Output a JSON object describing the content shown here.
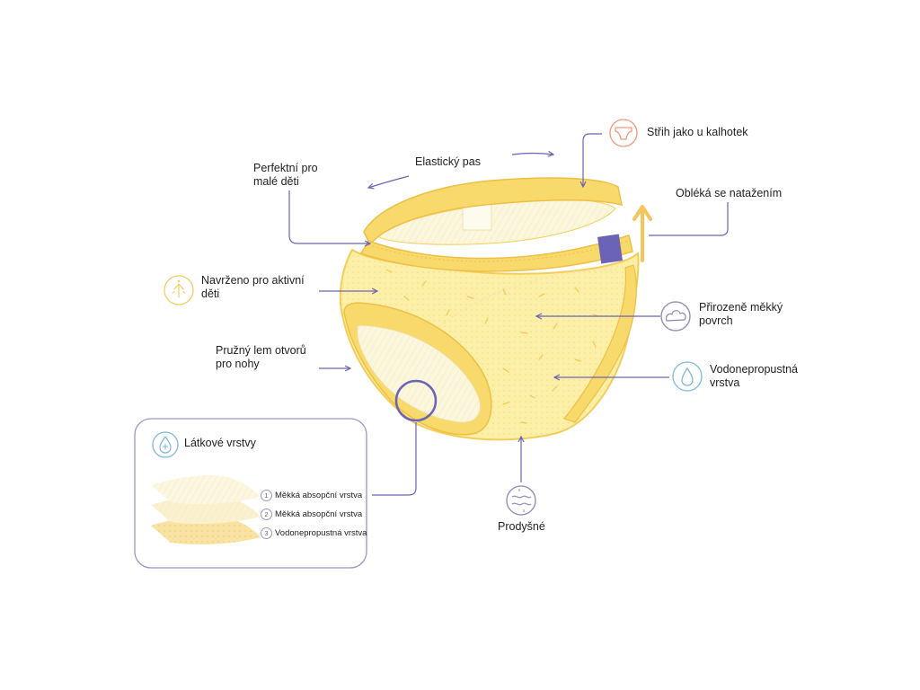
{
  "labels": {
    "elastic_waist": "Elastický pas",
    "perfect_small": "Perfektní pro\nmalé děti",
    "cut_like_panties": "Střih jako u kalhotek",
    "pull_on": "Obléká se natažením",
    "active_kids": "Navrženo pro aktivní\nděti",
    "soft_surface": "Přirozeně měkký\npovrch",
    "leg_openings": "Pružný lem otvorů\npro nohy",
    "waterproof": "Vodonepropustná\nvrstva",
    "breathable": "Prodyšné"
  },
  "layers_box": {
    "title": "Látkové vrstvy",
    "layers": [
      {
        "num": "1",
        "label": "Měkká absopční vrstva"
      },
      {
        "num": "2",
        "label": "Měkká absopční vrstva"
      },
      {
        "num": "3",
        "label": "Vodonepropustná vrstva"
      }
    ]
  },
  "colors": {
    "product_fill": "#fcefa8",
    "product_rim": "#f4cd58",
    "accent": "#6b63b5",
    "icon_orange": "#f0997a",
    "icon_yellow": "#f2cc60",
    "icon_blue": "#7fb8dd",
    "icon_purple": "#8a87b8"
  },
  "icons": [
    "panties-icon",
    "sparkle-icon",
    "cloud-soft-icon",
    "water-drop-icon",
    "breathable-waves-icon",
    "drop-plus-icon",
    "up-arrow-icon"
  ]
}
